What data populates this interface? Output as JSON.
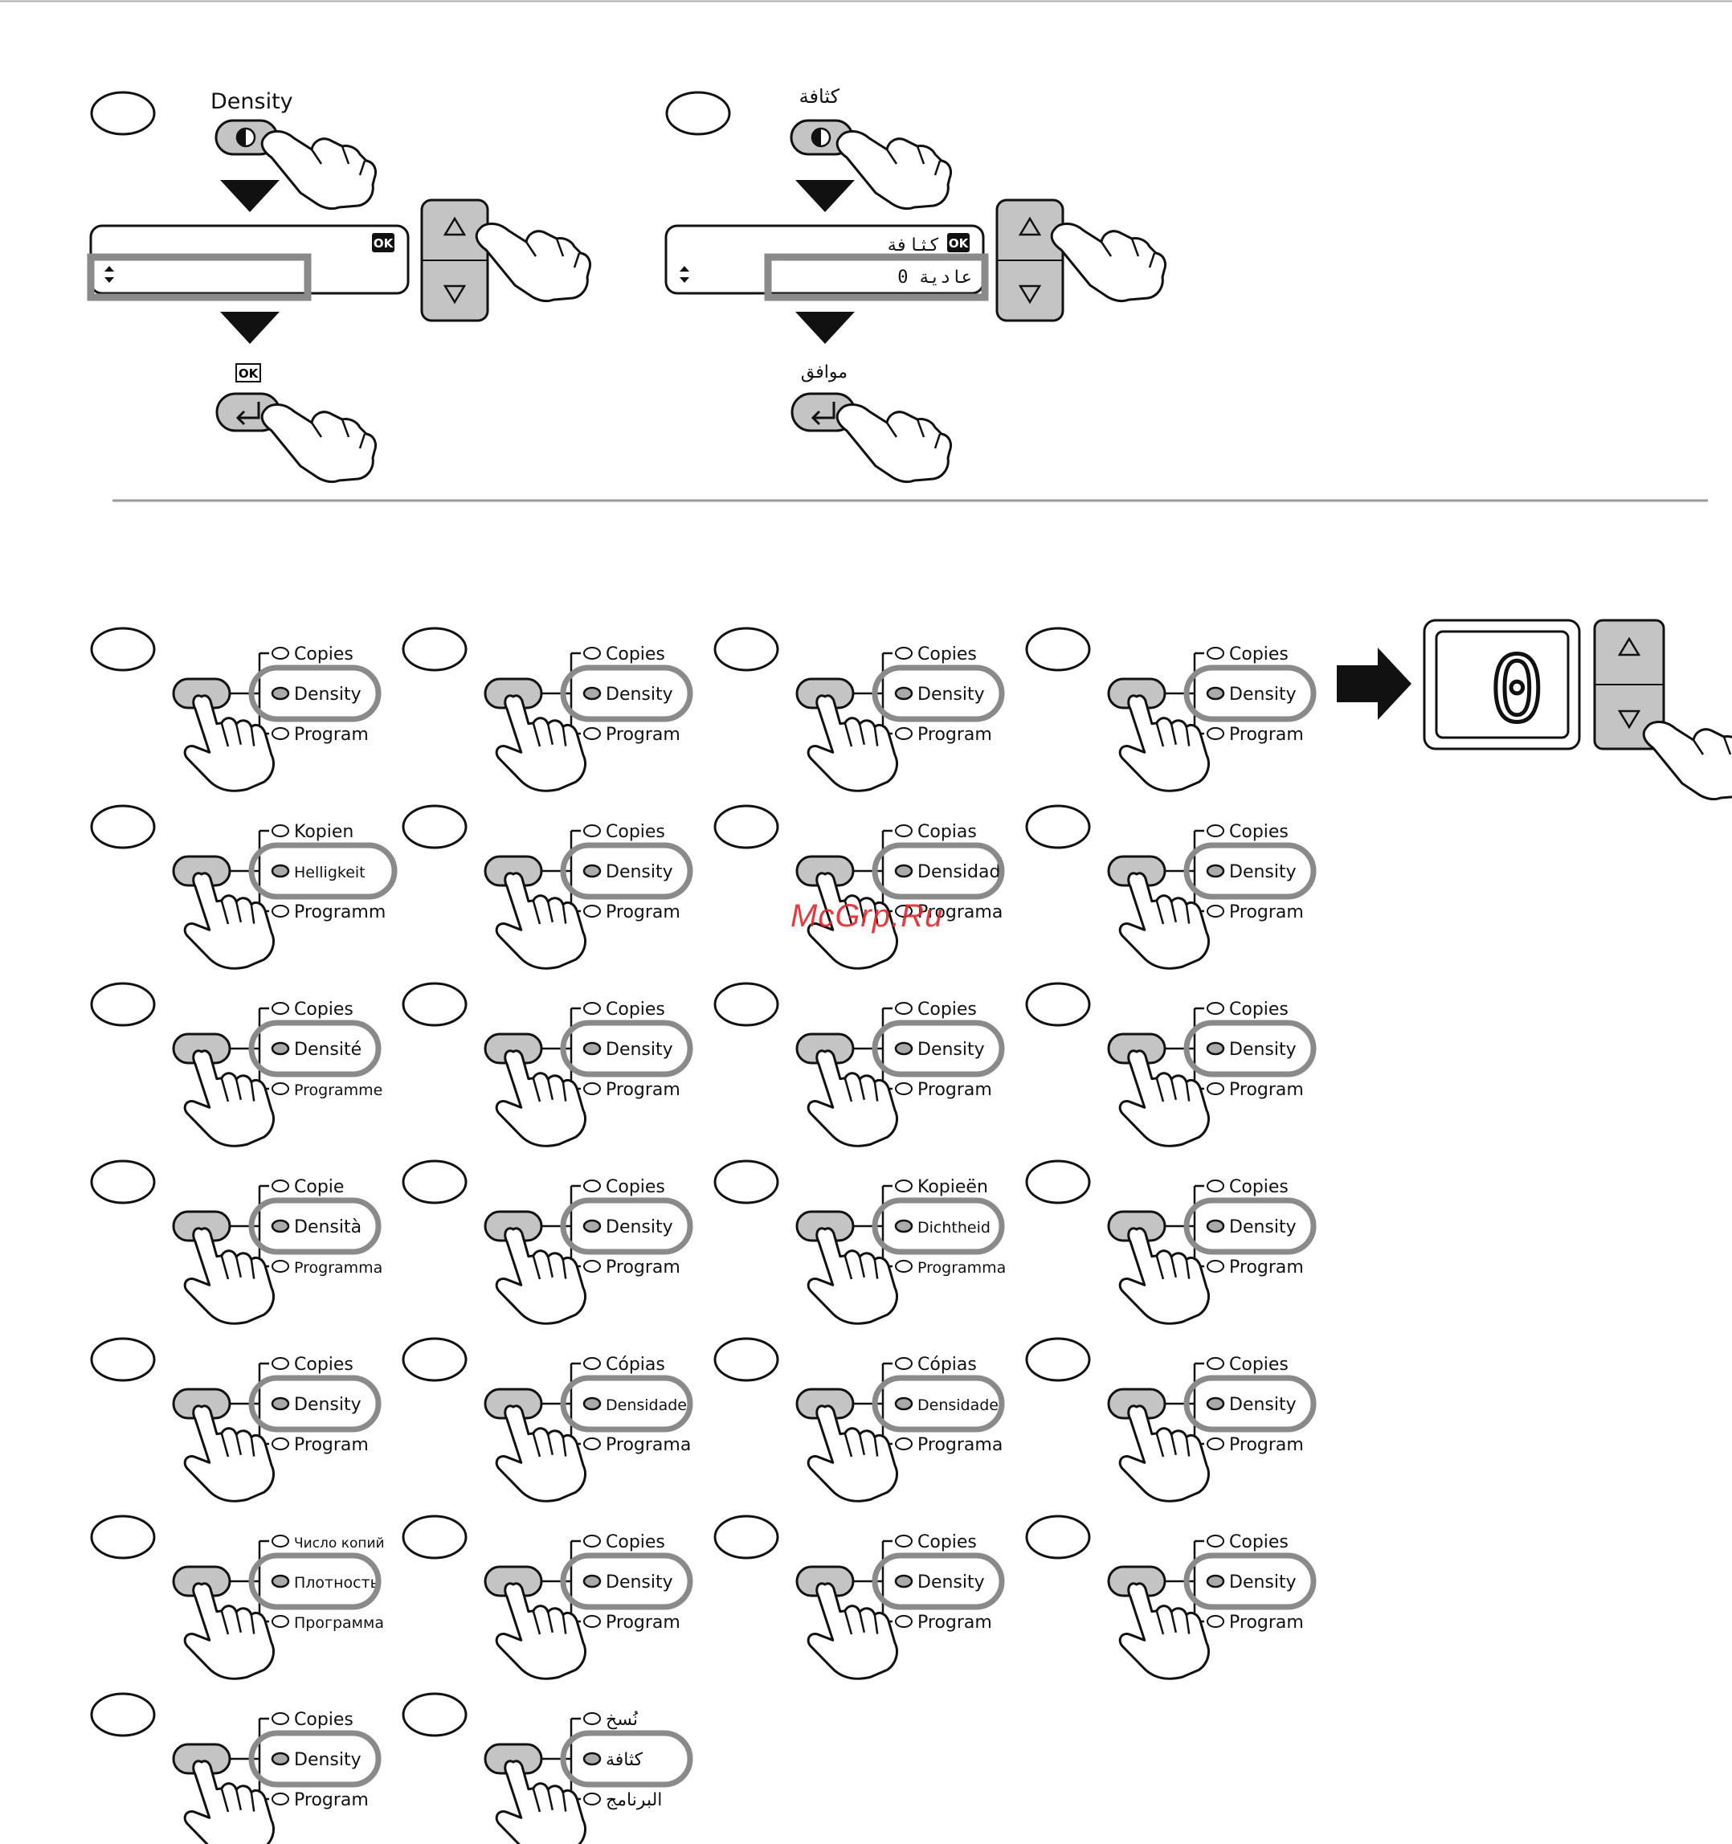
{
  "top_section": {
    "left": {
      "density_label": "Density",
      "ok_label": "OK",
      "display_line1": "",
      "display_line2": ""
    },
    "right": {
      "density_label": "كثافة",
      "ok_label": "موافق",
      "display_line1": "كثافة",
      "display_line2": "عادية 0"
    },
    "display_ok_badge": "OK"
  },
  "digit_display": {
    "value": "0"
  },
  "panels": [
    {
      "copies": "Copies",
      "density": "Density",
      "program": "Program"
    },
    {
      "copies": "Copies",
      "density": "Density",
      "program": "Program"
    },
    {
      "copies": "Copies",
      "density": "Density",
      "program": "Program"
    },
    {
      "copies": "Copies",
      "density": "Density",
      "program": "Program"
    },
    {
      "copies": "Kopien",
      "density": "Helligkeit",
      "program": "Programm"
    },
    {
      "copies": "Copies",
      "density": "Density",
      "program": "Program"
    },
    {
      "copies": "Copias",
      "density": "Densidad",
      "program": "Programa"
    },
    {
      "copies": "Copies",
      "density": "Density",
      "program": "Program"
    },
    {
      "copies": "Copies",
      "density": "Densité",
      "program": "Programme"
    },
    {
      "copies": "Copies",
      "density": "Density",
      "program": "Program"
    },
    {
      "copies": "Copies",
      "density": "Density",
      "program": "Program"
    },
    {
      "copies": "Copies",
      "density": "Density",
      "program": "Program"
    },
    {
      "copies": "Copie",
      "density": "Densità",
      "program": "Programma"
    },
    {
      "copies": "Copies",
      "density": "Density",
      "program": "Program"
    },
    {
      "copies": "Kopieën",
      "density": "Dichtheid",
      "program": "Programma"
    },
    {
      "copies": "Copies",
      "density": "Density",
      "program": "Program"
    },
    {
      "copies": "Copies",
      "density": "Density",
      "program": "Program"
    },
    {
      "copies": "Cópias",
      "density": "Densidade",
      "program": "Programa"
    },
    {
      "copies": "Cópias",
      "density": "Densidade",
      "program": "Programa"
    },
    {
      "copies": "Copies",
      "density": "Density",
      "program": "Program"
    },
    {
      "copies": "Число копий",
      "density": "Плотность",
      "program": "Программа"
    },
    {
      "copies": "Copies",
      "density": "Density",
      "program": "Program"
    },
    {
      "copies": "Copies",
      "density": "Density",
      "program": "Program"
    },
    {
      "copies": "Copies",
      "density": "Density",
      "program": "Program"
    },
    {
      "copies": "Copies",
      "density": "Density",
      "program": "Program"
    },
    {
      "copies": "نُسخ",
      "density": "كثافة",
      "program": "البرنامج"
    }
  ],
  "watermark": "McGrp.Ru",
  "colors": {
    "button_fill": "#c4c4c4",
    "highlight_ring": "#8a8a8a",
    "rule": "#9a9a9a",
    "ink": "#111111",
    "watermark": "#e0282c"
  },
  "icons": [
    "pointing-hand-icon",
    "density-half-circle-icon",
    "enter-arrow-icon",
    "up-triangle-icon",
    "down-triangle-icon",
    "right-arrow-icon"
  ]
}
